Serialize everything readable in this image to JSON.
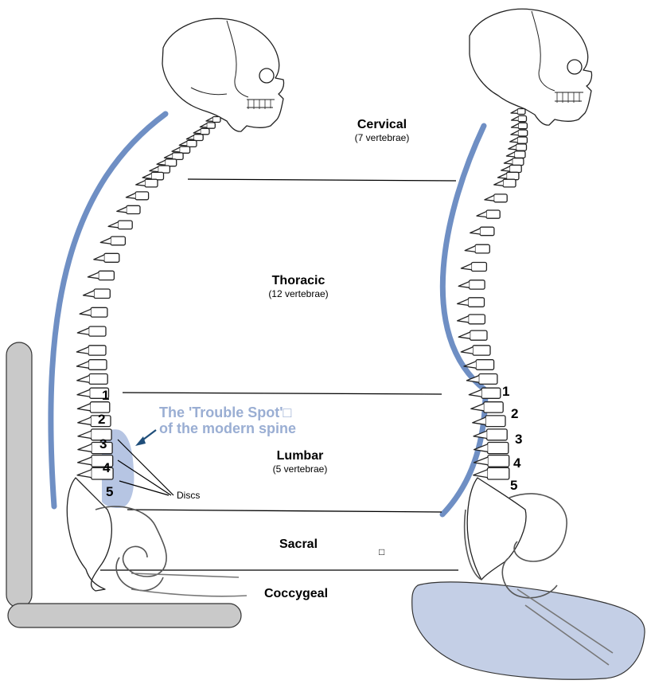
{
  "colors": {
    "curve": "#6f8fc4",
    "trouble_text": "#9aaed3",
    "trouble_zone": "#a9bbde",
    "arrow": "#1f4e7a",
    "cushion": "#c4cfe6",
    "chair": "#c9c9c9"
  },
  "regions": [
    {
      "name": "Cervical",
      "count": "(7 vertebrae)"
    },
    {
      "name": "Thoracic",
      "count": "(12 vertebrae)"
    },
    {
      "name": "Lumbar",
      "count": "(5 vertebrae)"
    },
    {
      "name": "Sacral",
      "count": ""
    },
    {
      "name": "Coccygeal",
      "count": ""
    }
  ],
  "left_spine_numbers": [
    "1",
    "2",
    "3",
    "4",
    "5"
  ],
  "right_spine_numbers": [
    "1",
    "2",
    "3",
    "4",
    "5"
  ],
  "trouble_spot": {
    "line1": "The 'Trouble Spot'□",
    "line2": "of the modern spine"
  },
  "discs_label": "Discs",
  "sacral_marker": "□"
}
